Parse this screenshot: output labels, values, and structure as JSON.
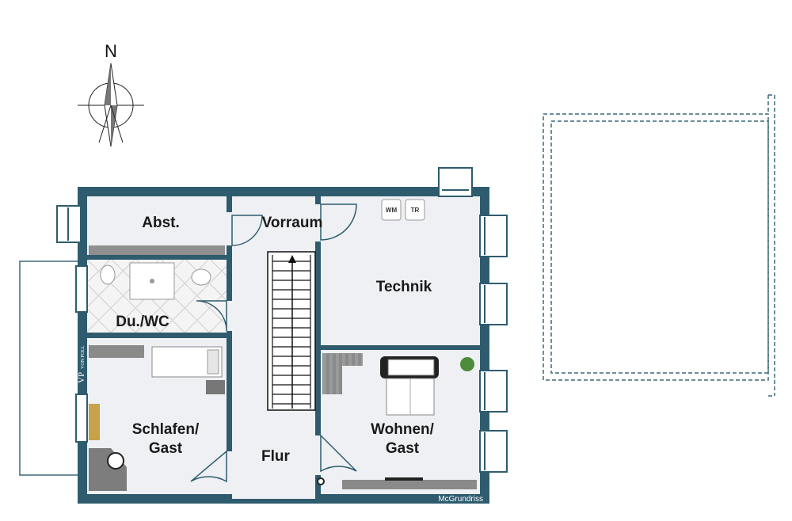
{
  "compass": {
    "label": "N"
  },
  "rooms": {
    "abst": "Abst.",
    "vorraum": "Vorraum",
    "technik": "Technik",
    "du_wc": "Du./WC",
    "schlafen_line1": "Schlafen/",
    "schlafen_line2": "Gast",
    "flur": "Flur",
    "wohnen_line1": "Wohnen/",
    "wohnen_line2": "Gast"
  },
  "appliances": {
    "washer": "WM",
    "dryer": "TR"
  },
  "logo": {
    "mark": "VP",
    "text": "VON POLL"
  },
  "credit": "McGrundriss",
  "colors": {
    "wall": "#2e5c6e",
    "floor": "#eef0f3",
    "tile": "#f3f3f3"
  }
}
